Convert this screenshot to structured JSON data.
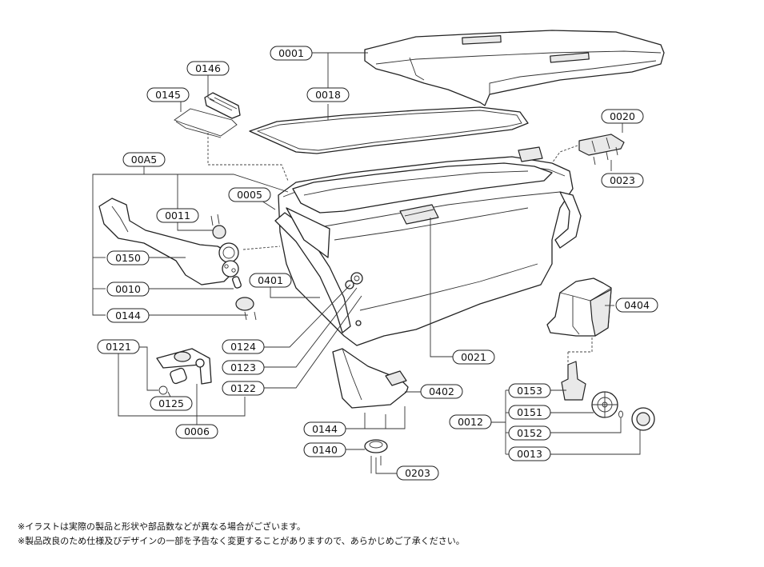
{
  "parts": {
    "p0001": "0001",
    "p0018": "0018",
    "p0146": "0146",
    "p0145": "0145",
    "p0020": "0020",
    "p0023": "0023",
    "p00A5": "00A5",
    "p0005": "0005",
    "p0011": "0011",
    "p0150": "0150",
    "p0010": "0010",
    "p0401": "0401",
    "p0404": "0404",
    "p0144a": "0144",
    "p0121": "0121",
    "p0124": "0124",
    "p0123": "0123",
    "p0021": "0021",
    "p0125": "0125",
    "p0122": "0122",
    "p0402": "0402",
    "p0153": "0153",
    "p0006": "0006",
    "p0012": "0012",
    "p0151": "0151",
    "p0144b": "0144",
    "p0152": "0152",
    "p0140": "0140",
    "p0013": "0013",
    "p0203": "0203"
  },
  "notes": [
    "※イラストは実際の製品と形状や部品数などが異なる場合がございます。",
    "※製品改良のため仕様及びデザインの一部を予告なく変更することがありますので、あらかじめご了承ください。"
  ]
}
